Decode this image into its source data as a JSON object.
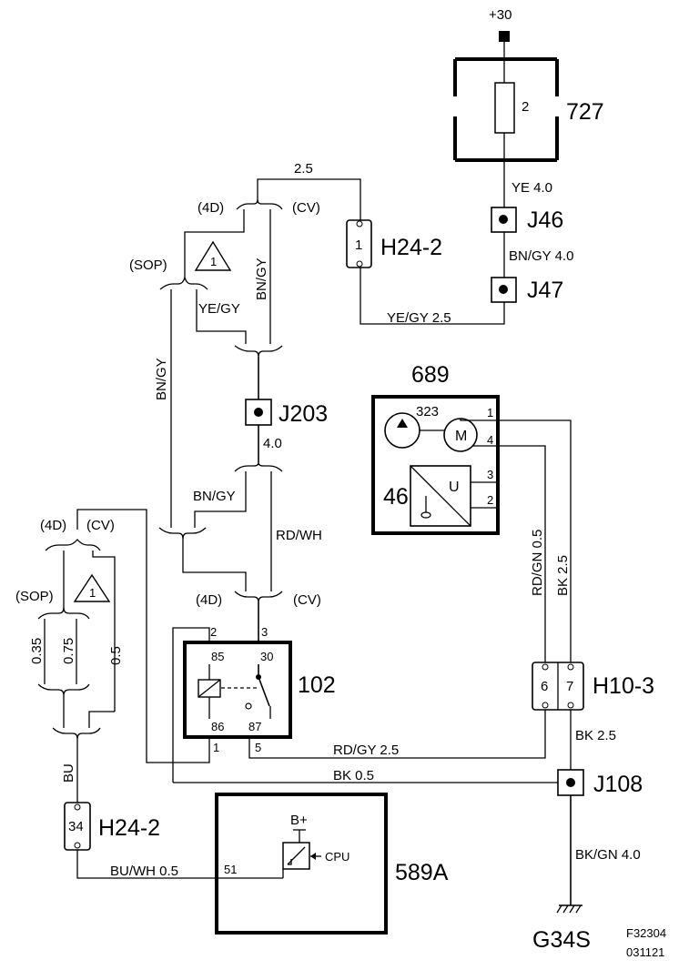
{
  "supply": "+30",
  "fuse": {
    "id": "727",
    "num": "2"
  },
  "connectors": {
    "j46": "J46",
    "j47": "J47",
    "j203": "J203",
    "j108": "J108",
    "h24_top": "H24-2",
    "h24_top_pin": "1",
    "h24_bottom": "H24-2",
    "h24_bottom_pin": "34",
    "h10": "H10-3",
    "h10_pin6": "6",
    "h10_pin7": "7"
  },
  "components": {
    "pump_module": {
      "id": "689",
      "pump": "323",
      "motor": "M",
      "sensor": "46",
      "sensor_u": "U",
      "pin1": "1",
      "pin4": "4",
      "pin3": "3",
      "pin2": "2"
    },
    "relay": {
      "id": "102",
      "pin85": "85",
      "pin30": "30",
      "pin86": "86",
      "pin87": "87",
      "pin2": "2",
      "pin3": "3",
      "pin1": "1",
      "pin5": "5"
    },
    "ecu": {
      "id": "589A",
      "bplus": "B+",
      "cpu": "CPU",
      "pin51": "51"
    },
    "ground": "G34S"
  },
  "wires": {
    "ye40": "YE  4.0",
    "bngy40": "BN/GY  4.0",
    "yegy25": "YE/GY  2.5",
    "w25": "2.5",
    "bngy_v": "BN/GY",
    "yegy": "YE/GY",
    "bngy_left": "BN/GY",
    "w40": "4.0",
    "bngy_mid": "BN/GY",
    "rdwh": "RD/WH",
    "rdgn05": "RD/GN  0.5",
    "bk25v": "BK  2.5",
    "rdgy25": "RD/GY  2.5",
    "bk05": "BK  0.5",
    "bk25": "BK 2.5",
    "bkgn40": "BK/GN  4.0",
    "w035": "0.35",
    "w075": "0.75",
    "w05": "0.5",
    "bu": "BU",
    "buwh05": "BU/WH  0.5"
  },
  "variants": {
    "d4_top": "(4D)",
    "cv_top": "(CV)",
    "sop_top": "(SOP)",
    "d4_left": "(4D)",
    "cv_left": "(CV)",
    "sop_left": "(SOP)",
    "d4_mid": "(4D)",
    "cv_mid": "(CV)",
    "note1": "1",
    "note2": "1"
  },
  "footer": {
    "ref": "F32304",
    "date": "031121"
  }
}
